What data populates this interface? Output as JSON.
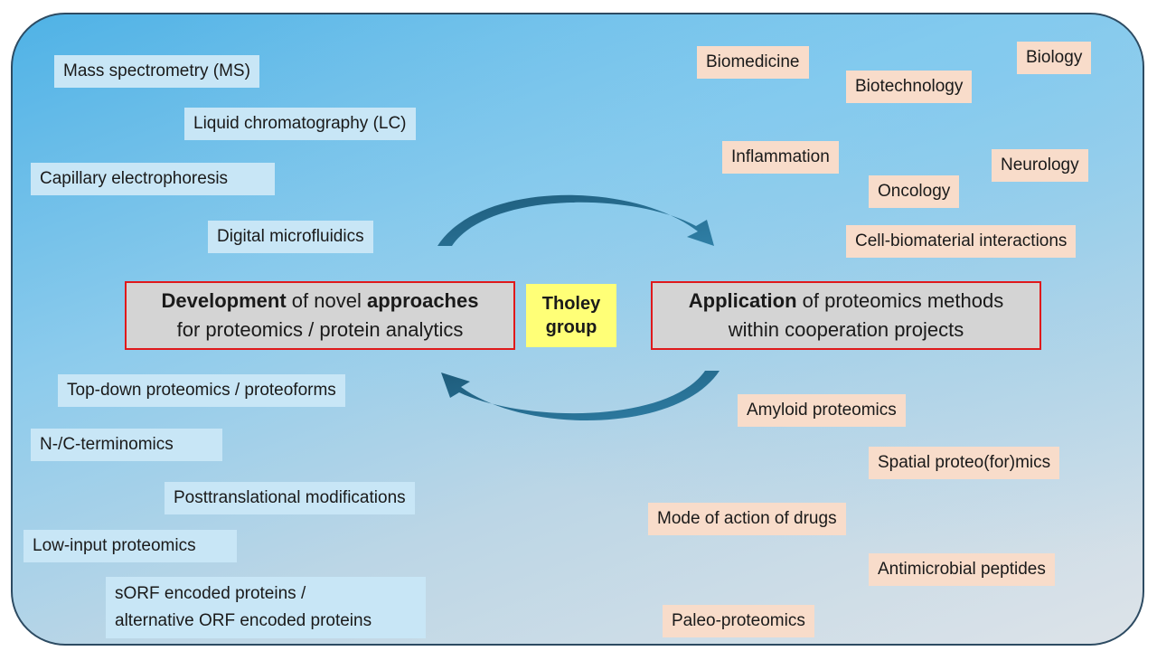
{
  "center": {
    "line1": "Tholey",
    "line2": "group"
  },
  "development": {
    "w1": "Development",
    "w2": " of novel ",
    "w3": "approaches",
    "line2": "for proteomics / protein analytics"
  },
  "application": {
    "w1": "Application",
    "w2": " of proteomics methods",
    "line2": "within cooperation projects"
  },
  "methods_top": [
    "Mass spectrometry (MS)",
    "Liquid chromatography (LC)",
    "Capillary electrophoresis",
    "Digital microfluidics"
  ],
  "methods_bottom": [
    "Top-down proteomics / proteoforms",
    "N-/C-terminomics",
    "Posttranslational modifications",
    "Low-input proteomics",
    "sORF encoded proteins /",
    "alternative ORF encoded proteins"
  ],
  "fields_top": [
    "Biomedicine",
    "Biology",
    "Biotechnology",
    "Inflammation",
    "Neurology",
    "Oncology",
    "Cell-biomaterial interactions"
  ],
  "fields_bottom": [
    "Amyloid proteomics",
    "Spatial proteo(for)mics",
    "Mode of action of drugs",
    "Antimicrobial peptides",
    "Paleo-proteomics"
  ],
  "colors": {
    "methods_fill": "#c8e6f6",
    "applications_fill": "#f8dcca",
    "main_border": "#e0191b",
    "center_fill": "#ffff77",
    "arrow": "#1e5b7a"
  }
}
